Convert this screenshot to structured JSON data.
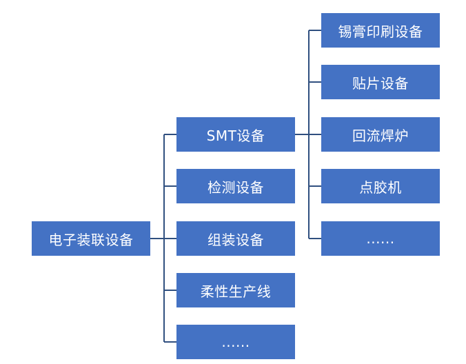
{
  "root": {
    "label": "电子装联设备"
  },
  "level1": [
    {
      "label": "SMT设备"
    },
    {
      "label": "检测设备"
    },
    {
      "label": "组装设备"
    },
    {
      "label": "柔性生产线"
    },
    {
      "label": "......"
    }
  ],
  "level2": [
    {
      "label": "锡膏印刷设备"
    },
    {
      "label": "贴片设备"
    },
    {
      "label": "回流焊炉"
    },
    {
      "label": "点胶机"
    },
    {
      "label": "......"
    }
  ],
  "colors": {
    "node_fill": "#4472c4",
    "node_text": "#ffffff",
    "connector": "#2f4f7f"
  }
}
